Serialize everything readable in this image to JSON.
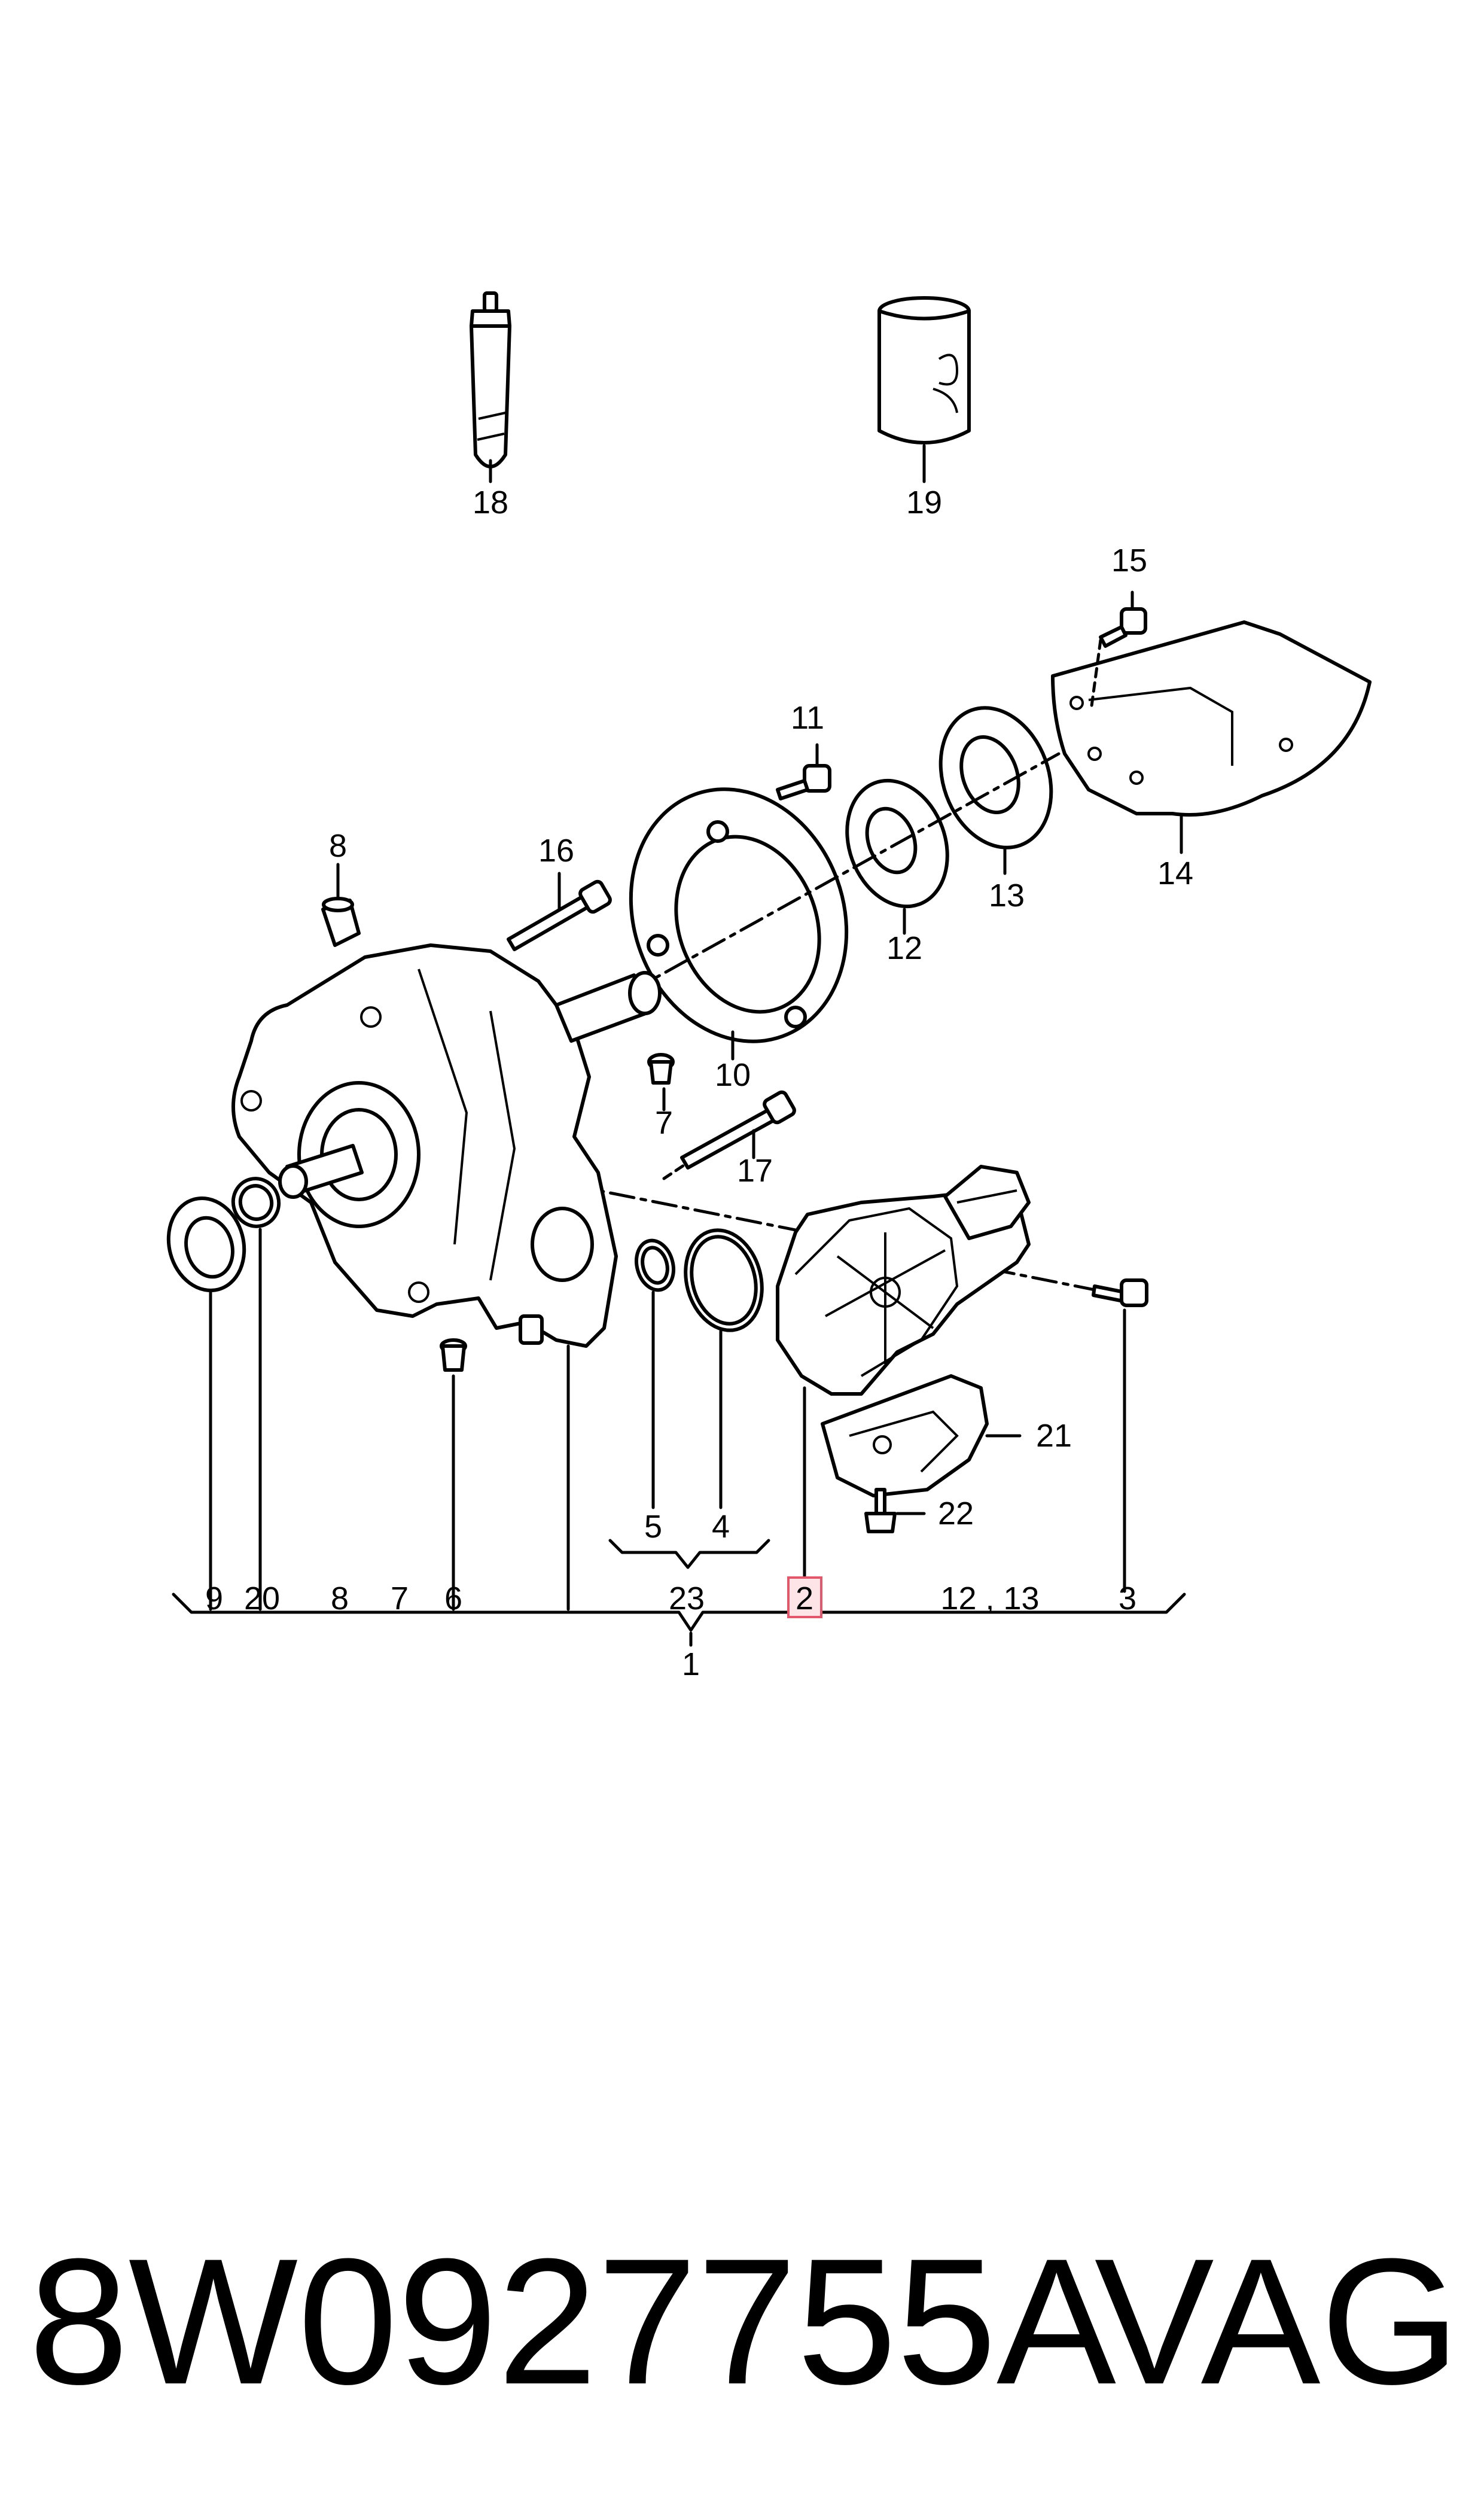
{
  "callouts": {
    "c1": "1",
    "c2": "2",
    "c3": "3",
    "c4": "4",
    "c5": "5",
    "c6": "6",
    "c7": "7",
    "c8": "8",
    "c9": "9",
    "c10": "10",
    "c11": "11",
    "c12": "12",
    "c13": "13",
    "c14": "14",
    "c15": "15",
    "c16": "16",
    "c17": "17",
    "c18": "18",
    "c19": "19",
    "c20": "20",
    "c21": "21",
    "c22": "22",
    "c23": "23"
  },
  "bracket_row": {
    "r9": "9",
    "r20": "20",
    "r8": "8",
    "r7": "7",
    "r6": "6",
    "r23": "23",
    "r2": "2",
    "r12_13": "12 , 13",
    "r3": "3"
  },
  "highlighted_callout": "2",
  "highlight_color": "#e2586a",
  "footer": {
    "part_number": "8W0927755A",
    "brand": "VAG"
  }
}
